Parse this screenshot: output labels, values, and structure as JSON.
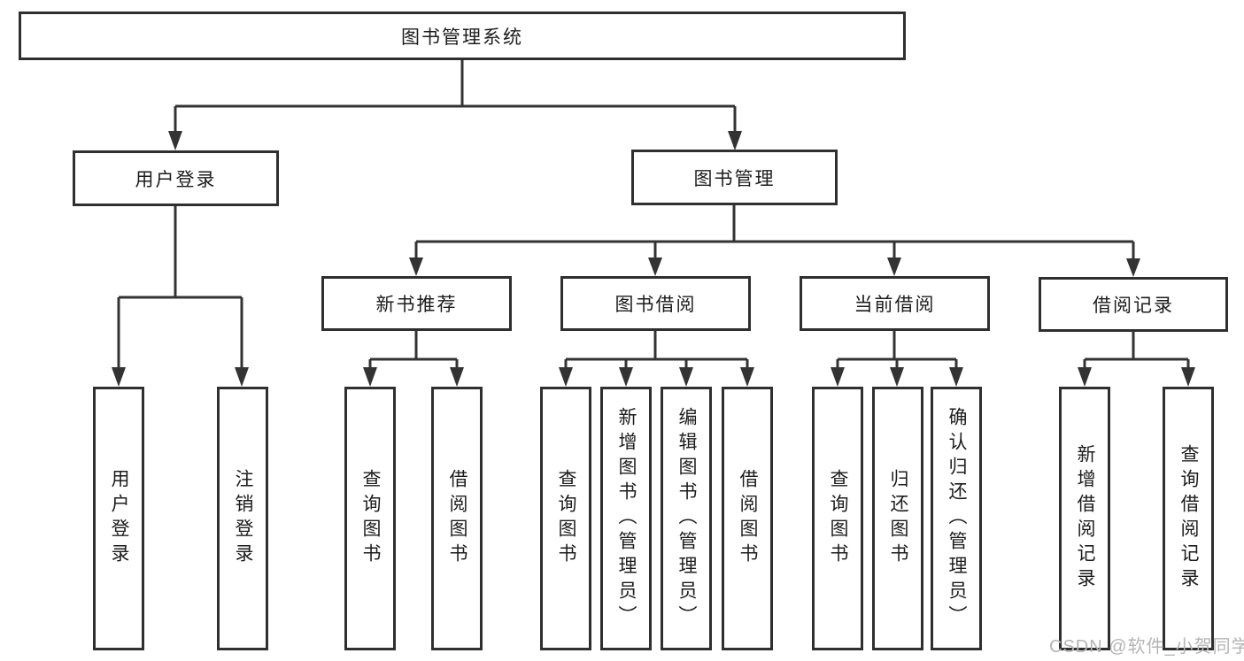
{
  "title": {
    "label": "图书管理系统"
  },
  "watermark": {
    "text": "CSDN @软件_小贺同学"
  },
  "colors": {
    "line": "#333333",
    "border": "#2f2f2f",
    "text": "#1c1c1c",
    "watermark": "#b5b5b5",
    "background": "#ffffff"
  },
  "level2": [
    {
      "label": "用户登录"
    },
    {
      "label": "图书管理"
    }
  ],
  "level3": [
    {
      "label": "新书推荐"
    },
    {
      "label": "图书借阅"
    },
    {
      "label": "当前借阅"
    },
    {
      "label": "借阅记录"
    }
  ],
  "leaves": [
    {
      "label": "用户登录"
    },
    {
      "label": "注销登录"
    },
    {
      "label": "查询图书"
    },
    {
      "label": "借阅图书"
    },
    {
      "label": "查询图书"
    },
    {
      "label": "新增图书（管理员）"
    },
    {
      "label": "编辑图书（管理员）"
    },
    {
      "label": "借阅图书"
    },
    {
      "label": "查询图书"
    },
    {
      "label": "归还图书"
    },
    {
      "label": "确认归还（管理员）"
    },
    {
      "label": "新增借阅记录"
    },
    {
      "label": "查询借阅记录"
    }
  ]
}
